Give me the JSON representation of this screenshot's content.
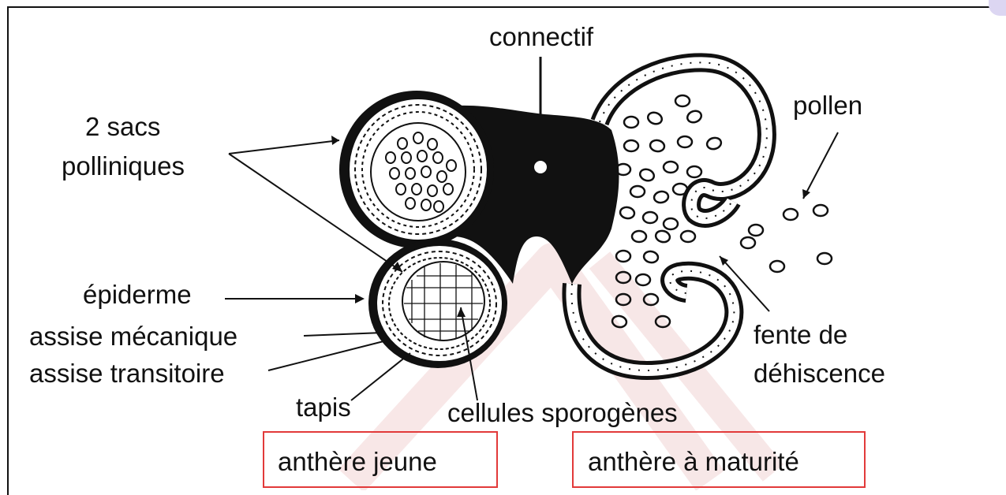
{
  "labels": {
    "connectif": "connectif",
    "sacs_line1": "2 sacs",
    "sacs_line2": "polliniques",
    "pollen": "pollen",
    "epiderme": "épiderme",
    "assise_mecanique": "assise mécanique",
    "assise_transitoire": "assise transitoire",
    "tapis": "tapis",
    "cellules_sporogenes": "cellules sporogènes",
    "fente_line1": "fente de",
    "fente_line2": "déhiscence"
  },
  "boxes": {
    "young": "anthère jeune",
    "mature": "anthère à maturité"
  },
  "colors": {
    "ink": "#111111",
    "box_border": "#e23a3a",
    "watermark": "#f2d4d4"
  }
}
